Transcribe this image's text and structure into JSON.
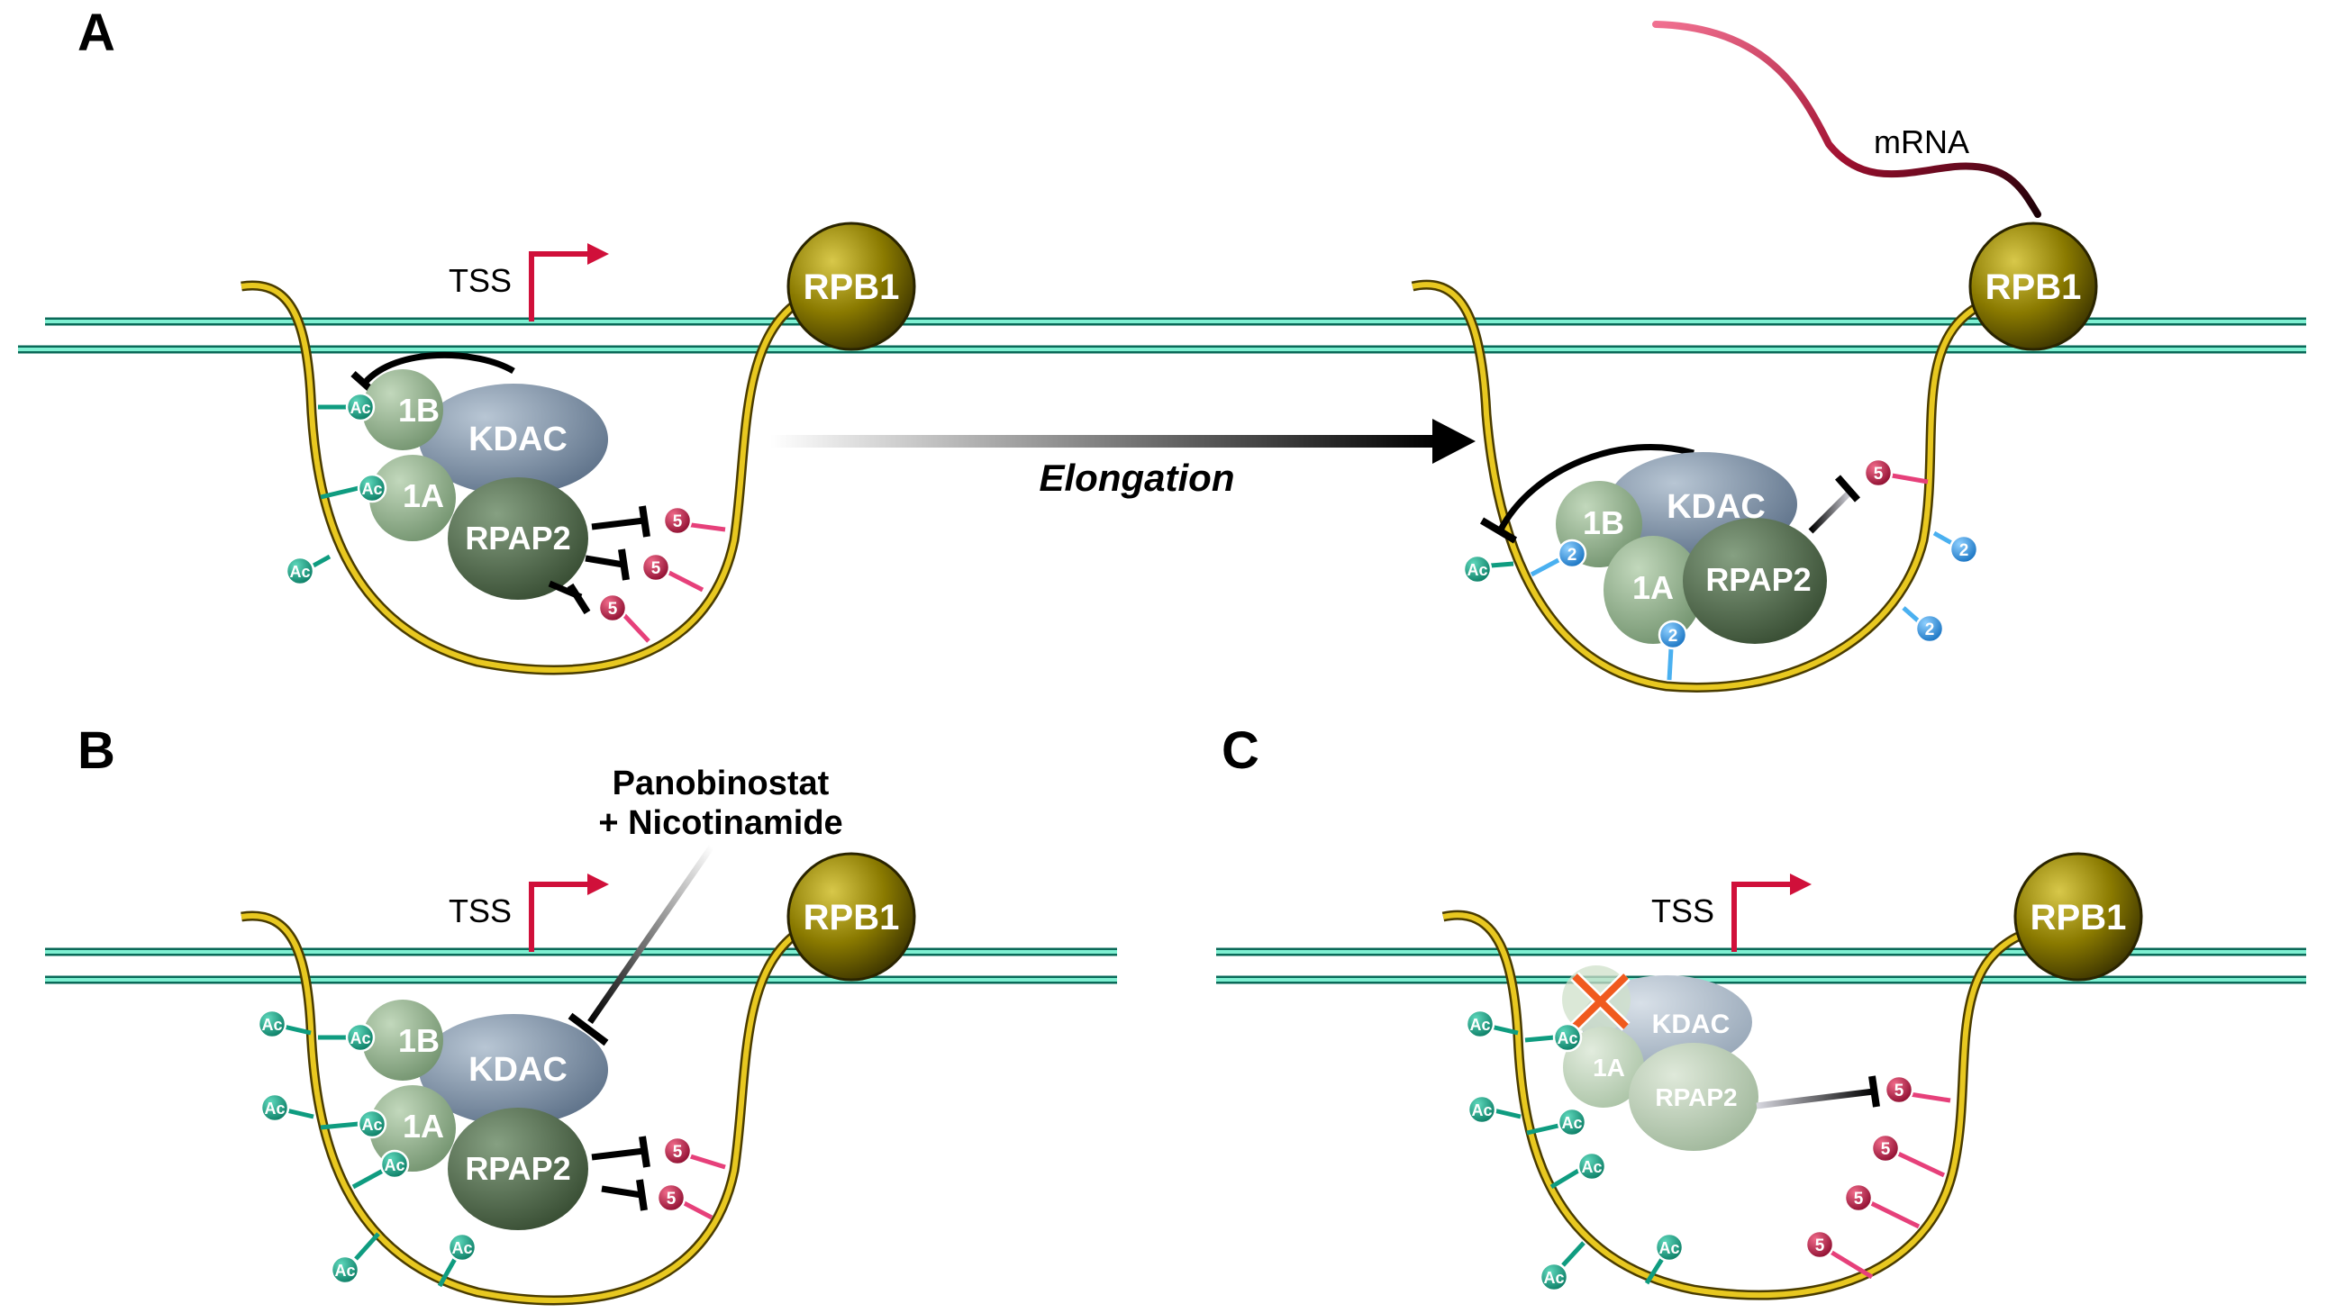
{
  "panels": {
    "a": "A",
    "b": "B",
    "c": "C"
  },
  "labels": {
    "tss": "TSS",
    "rpb1": "RPB1",
    "mrna": "mRNA",
    "elongation": "Elongation",
    "kdac": "KDAC",
    "sub_1b": "1B",
    "sub_1a": "1A",
    "rpap2": "RPAP2",
    "drug_line1": "Panobinostat",
    "drug_line2": "+ Nicotinamide",
    "ac": "Ac",
    "s5": "5",
    "s2": "2"
  },
  "colors": {
    "dna": "#10c4a0",
    "rnap_tail": "#e0c21f",
    "rpb1": "#8a7a00",
    "tss_arrow": "#d0103a",
    "acetyl": "#0f9c80",
    "ser5": "#b80f3c",
    "ser2": "#1f8ee0",
    "kdac": "#7c90a8",
    "rpap2": "#4f6a4f",
    "subunit": "#8fb08a",
    "inhibited_x": "#f05a1e"
  }
}
